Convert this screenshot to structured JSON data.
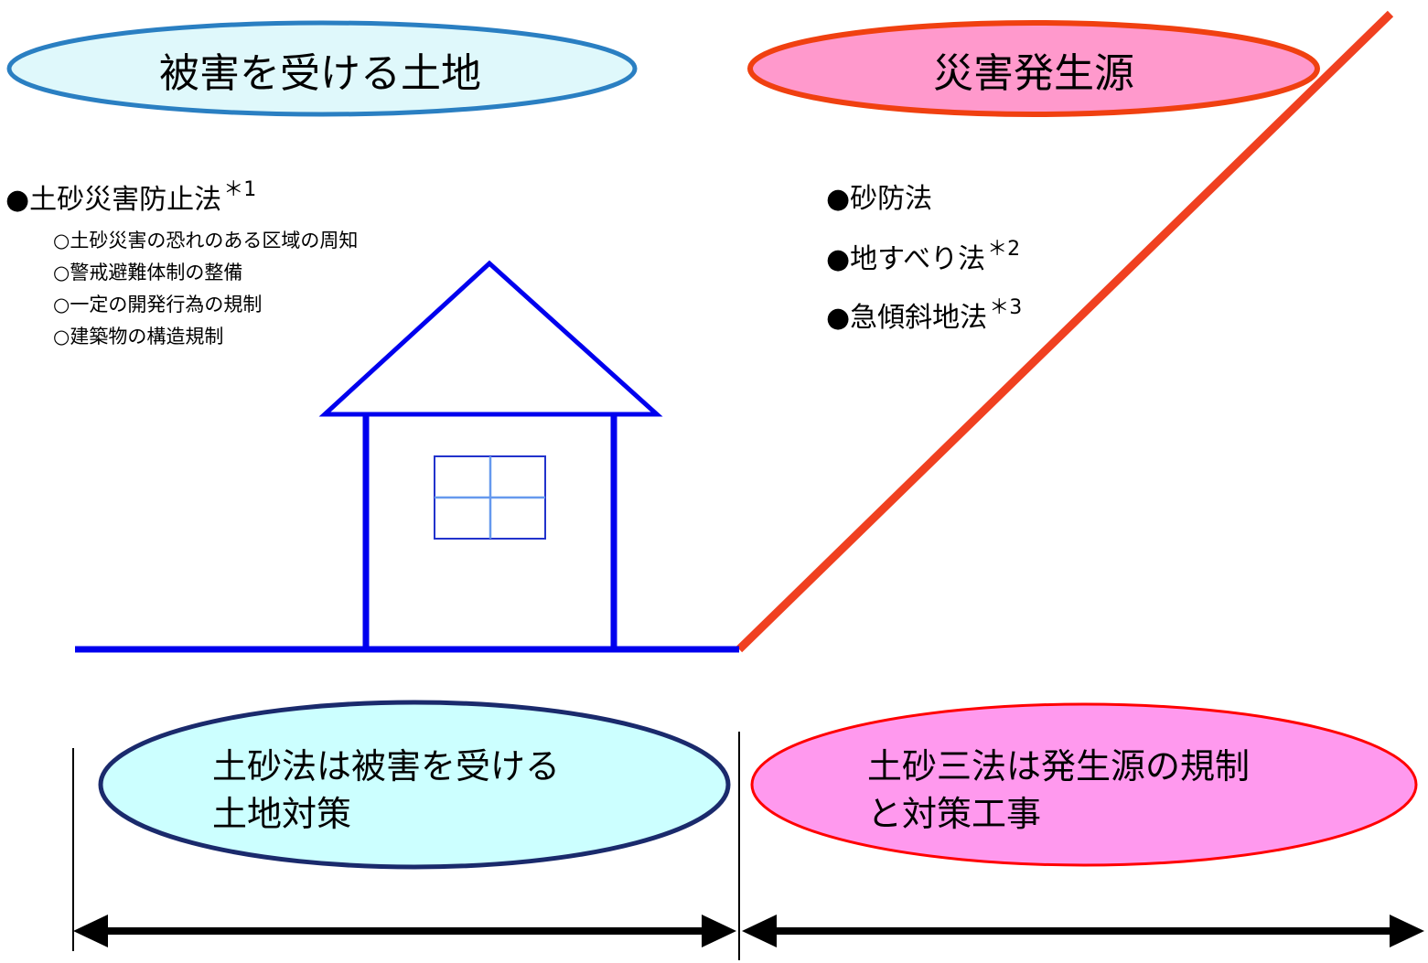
{
  "top_left_ellipse": {
    "label": "被害を受ける土地",
    "fill": "#dff8fb",
    "stroke": "#2a7fc2"
  },
  "top_right_ellipse": {
    "label": "災害発生源",
    "fill": "#ff99cc",
    "stroke": "#f04010"
  },
  "left_law": {
    "title": "●土砂災害防止法",
    "note_mark": "＊1",
    "items": [
      "○土砂災害の恐れのある区域の周知",
      "○警戒避難体制の整備",
      "○一定の開発行為の規制",
      "○建築物の構造規制"
    ]
  },
  "right_laws": [
    {
      "title": "●砂防法",
      "note_mark": ""
    },
    {
      "title": "●地すべり法",
      "note_mark": "＊2"
    },
    {
      "title": "●急傾斜地法",
      "note_mark": "＊3"
    }
  ],
  "bottom_left_ellipse": {
    "line1": "土砂法は被害を受ける",
    "line2": "土地対策",
    "fill": "#ccffff",
    "stroke": "#1a2a6c"
  },
  "bottom_right_ellipse": {
    "line1": "土砂三法は発生源の規制",
    "line2": "と対策工事",
    "fill": "#ff99ee",
    "stroke": "#ff0000"
  },
  "colors": {
    "house": "#0000ee",
    "window_frame": "#2233cc",
    "window_cross": "#6699ee",
    "slope": "#f04020",
    "arrow": "#000000"
  }
}
